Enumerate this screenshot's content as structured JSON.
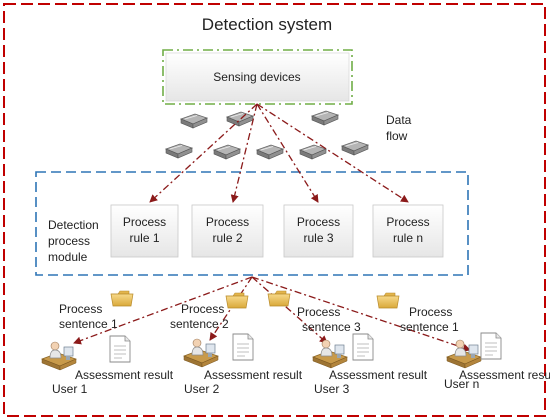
{
  "colors": {
    "outer_border": "#c00000",
    "sensing_border": "#70ad47",
    "module_border": "#2e75b6",
    "flow_arrow": "#8b1a1a"
  },
  "title": "Detection system",
  "sensing": {
    "label": "Sensing devices"
  },
  "data_flow": {
    "line1": "Data",
    "line2": "flow"
  },
  "module": {
    "line1": "Detection",
    "line2": "process",
    "line3": "module"
  },
  "rules": [
    {
      "line1": "Process",
      "line2": "rule 1"
    },
    {
      "line1": "Process",
      "line2": "rule 2"
    },
    {
      "line1": "Process",
      "line2": "rule 3"
    },
    {
      "line1": "Process",
      "line2": "rule n"
    }
  ],
  "sentences": [
    {
      "line1": "Process",
      "line2": "sentence 1"
    },
    {
      "line1": "Process",
      "line2": "sentence 2"
    },
    {
      "line1": "Process",
      "line2": "sentence 3"
    },
    {
      "line1": "Process",
      "line2": "sentence 1"
    }
  ],
  "users": [
    {
      "result": "Assessment result",
      "name": "User 1"
    },
    {
      "result": "Assessment result",
      "name": "User 2"
    },
    {
      "result": "Assessment result",
      "name": "User 3"
    },
    {
      "result": "Assessment result",
      "name": "User n"
    }
  ],
  "icons": {
    "data_packet": "data-packet-icon",
    "folder": "folder-icon",
    "document": "document-icon",
    "user": "user-workstation-icon"
  }
}
